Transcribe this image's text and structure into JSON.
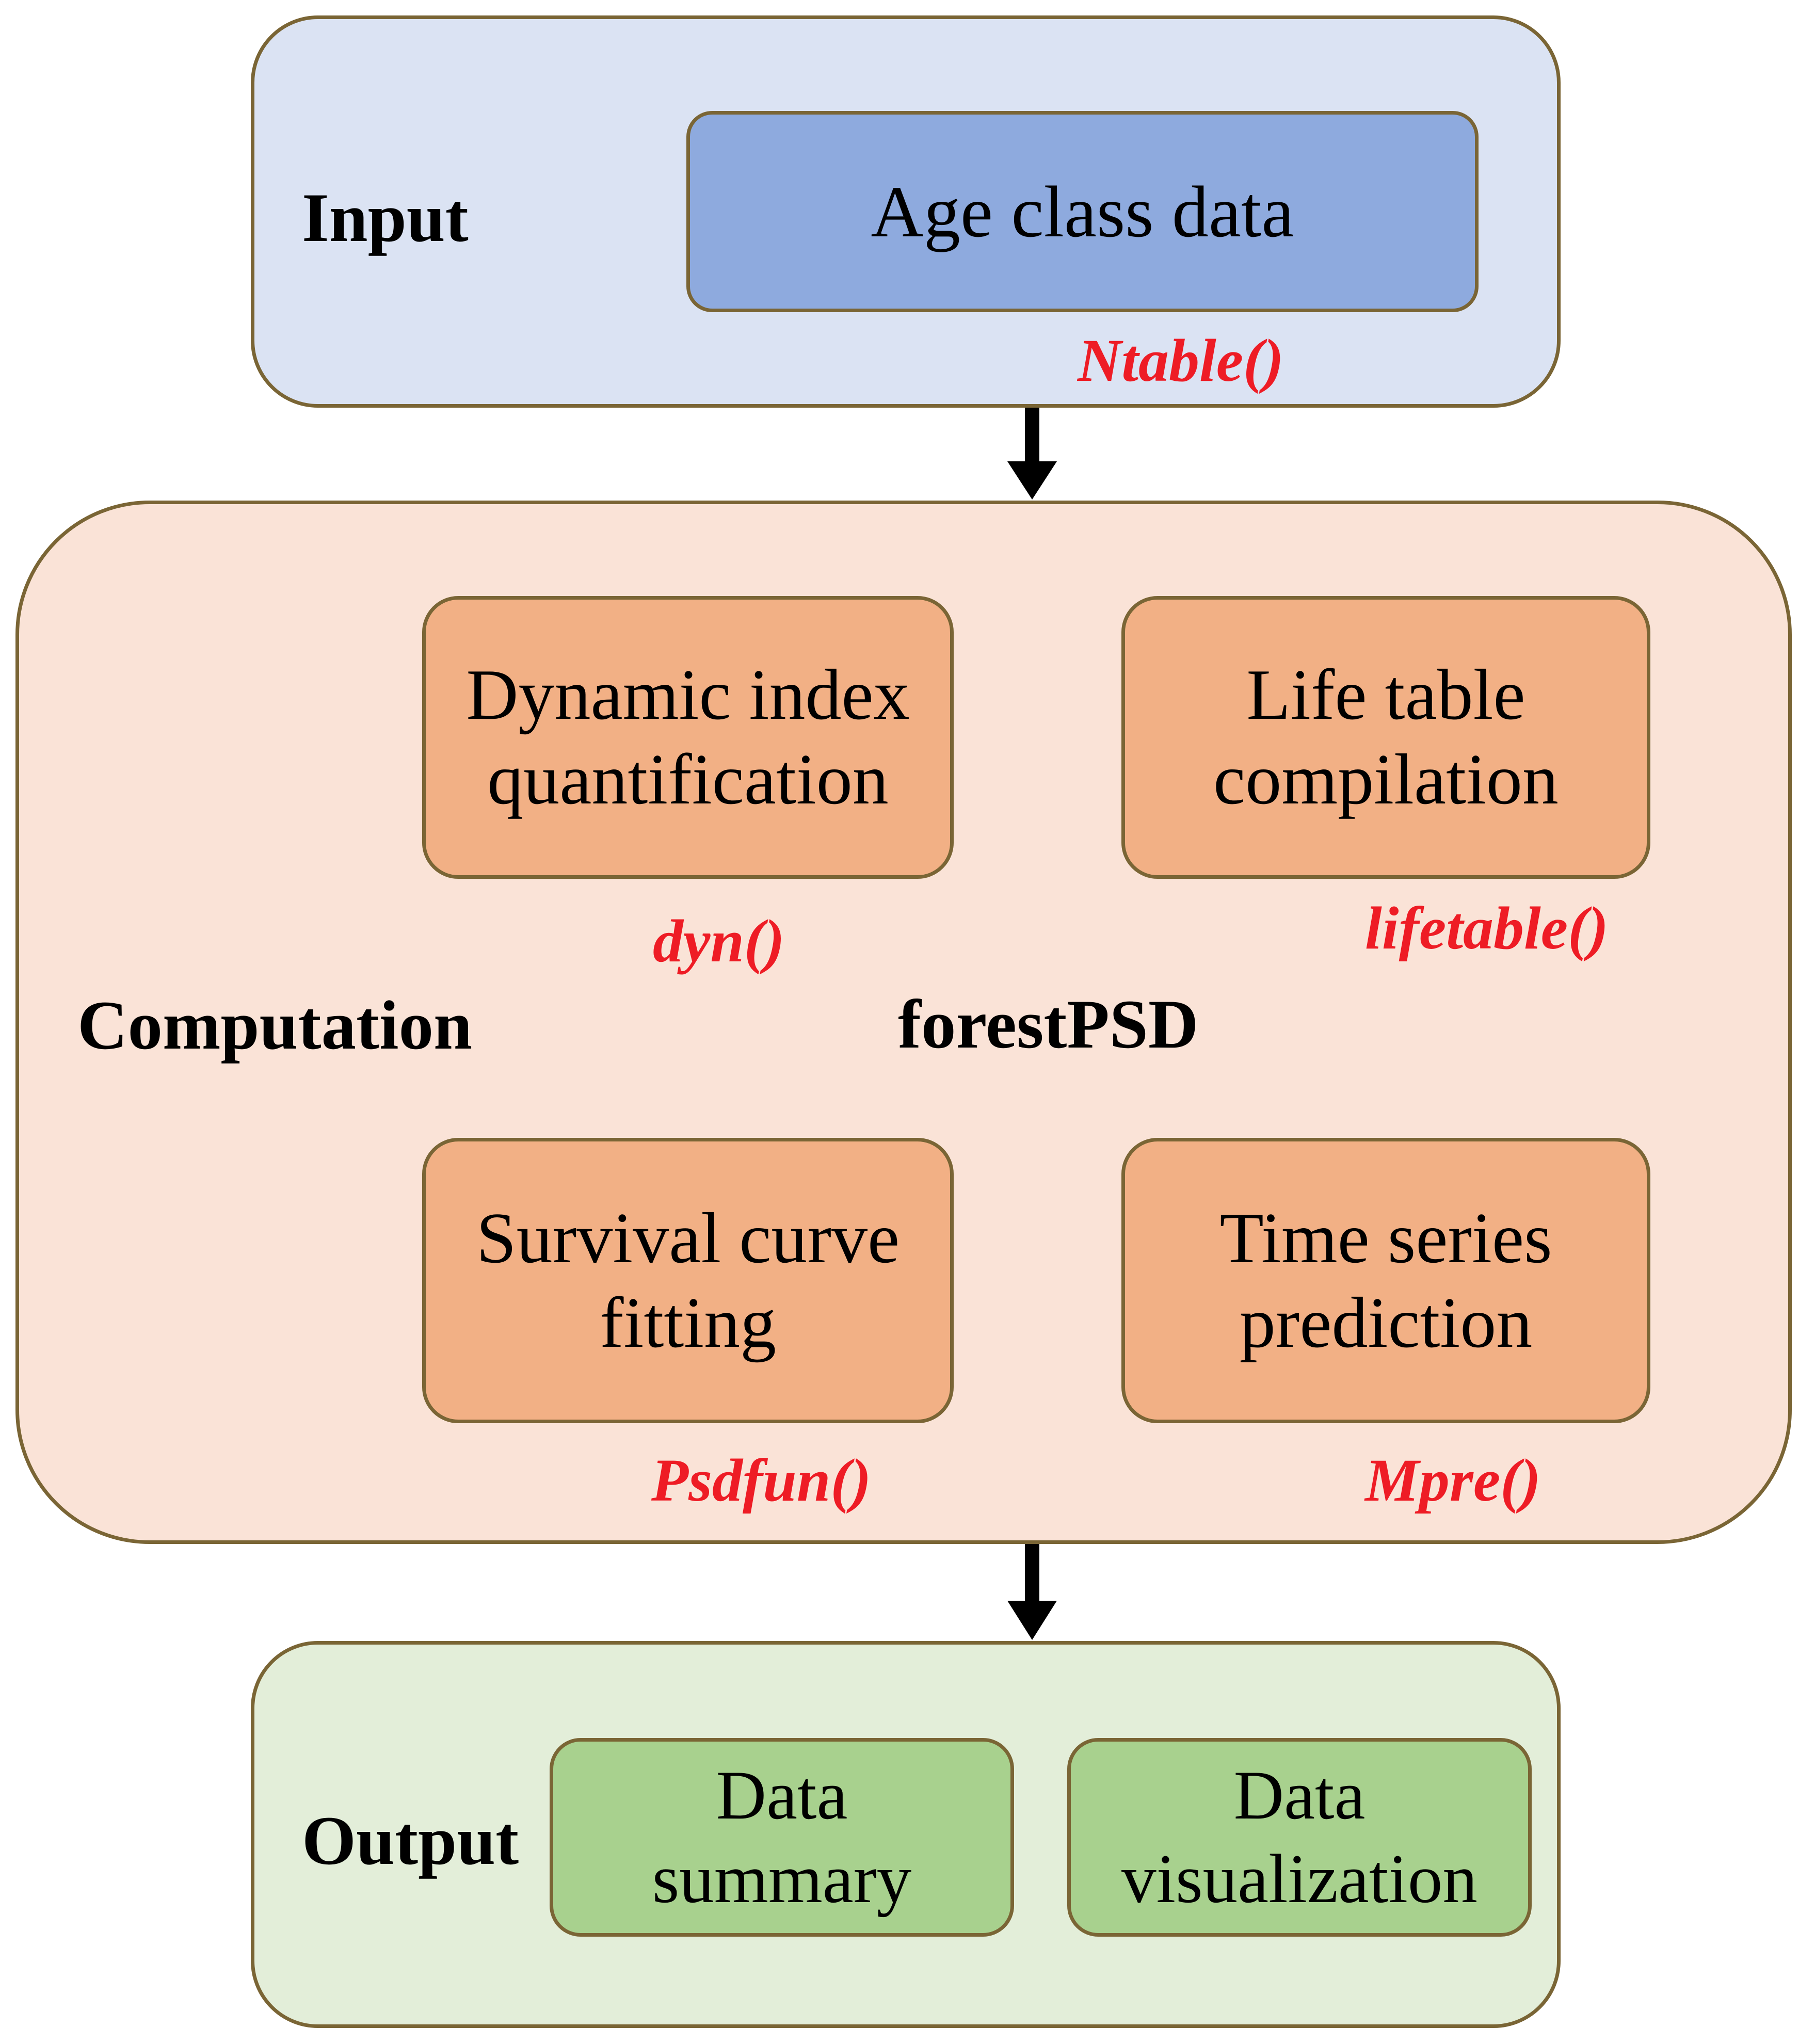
{
  "input": {
    "label": "Input",
    "box": "Age class data",
    "function": "Ntable()"
  },
  "computation": {
    "label": "Computation",
    "package": "forestPSD",
    "modules": [
      {
        "lines": [
          "Dynamic index",
          "quantification"
        ],
        "function": "dyn()"
      },
      {
        "lines": [
          "Life table",
          "compilation"
        ],
        "function": "lifetable()"
      },
      {
        "lines": [
          "Survival curve",
          "fitting"
        ],
        "function": "Psdfun()"
      },
      {
        "lines": [
          "Time series",
          "prediction"
        ],
        "function": "Mpre()"
      }
    ]
  },
  "output": {
    "label": "Output",
    "items": [
      {
        "lines": [
          "Data",
          "summary"
        ]
      },
      {
        "lines": [
          "Data",
          "visualization"
        ]
      }
    ]
  },
  "colors": {
    "input_panel": "#dbe3f3",
    "input_box": "#8eaade",
    "computation_panel": "#fae3d7",
    "module_box": "#f2b085",
    "output_panel": "#e3eed9",
    "output_box": "#a8d18e",
    "border": "#7a6535",
    "function_text": "#ee1c25"
  },
  "icons": [
    "arrow-down-icon"
  ]
}
